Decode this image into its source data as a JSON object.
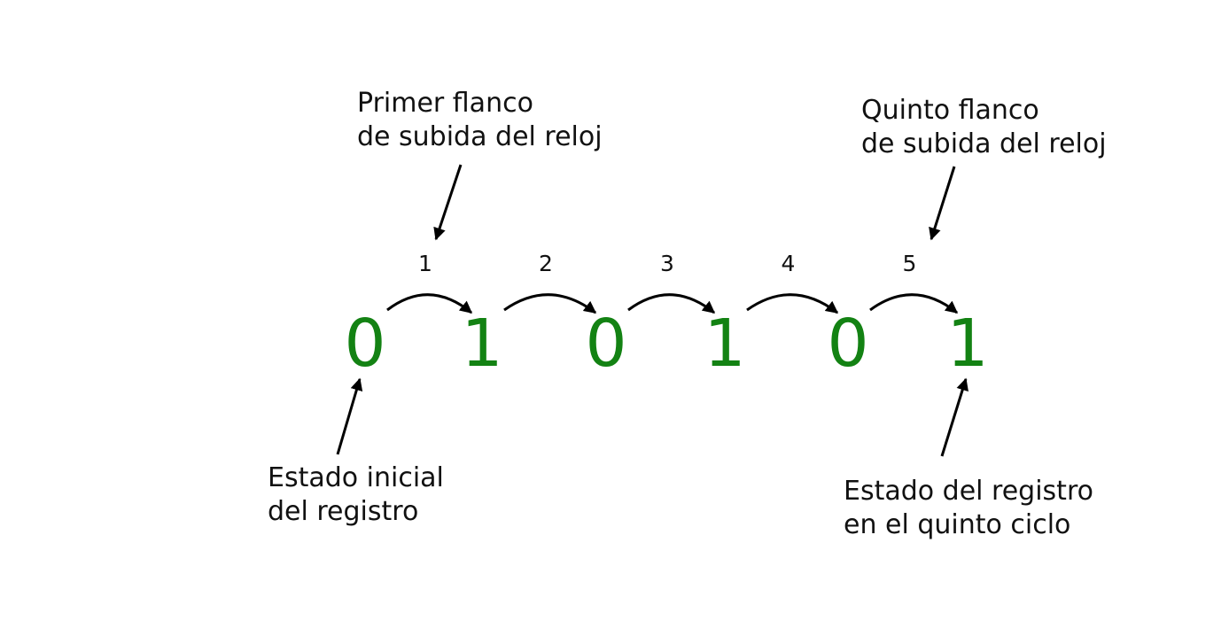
{
  "colors": {
    "state": "#138213",
    "arrow": "#000000",
    "text": "#111111"
  },
  "states": [
    "0",
    "1",
    "0",
    "1",
    "0",
    "1"
  ],
  "edges": [
    "1",
    "2",
    "3",
    "4",
    "5"
  ],
  "annotations": {
    "first_edge": {
      "line1": "Primer flanco",
      "line2": "de subida del reloj"
    },
    "fifth_edge": {
      "line1": "Quinto flanco",
      "line2": "de subida del reloj"
    },
    "initial_state": {
      "line1": "Estado inicial",
      "line2": "del registro"
    },
    "fifth_state": {
      "line1": "Estado del registro",
      "line2": "en el quinto ciclo"
    }
  }
}
